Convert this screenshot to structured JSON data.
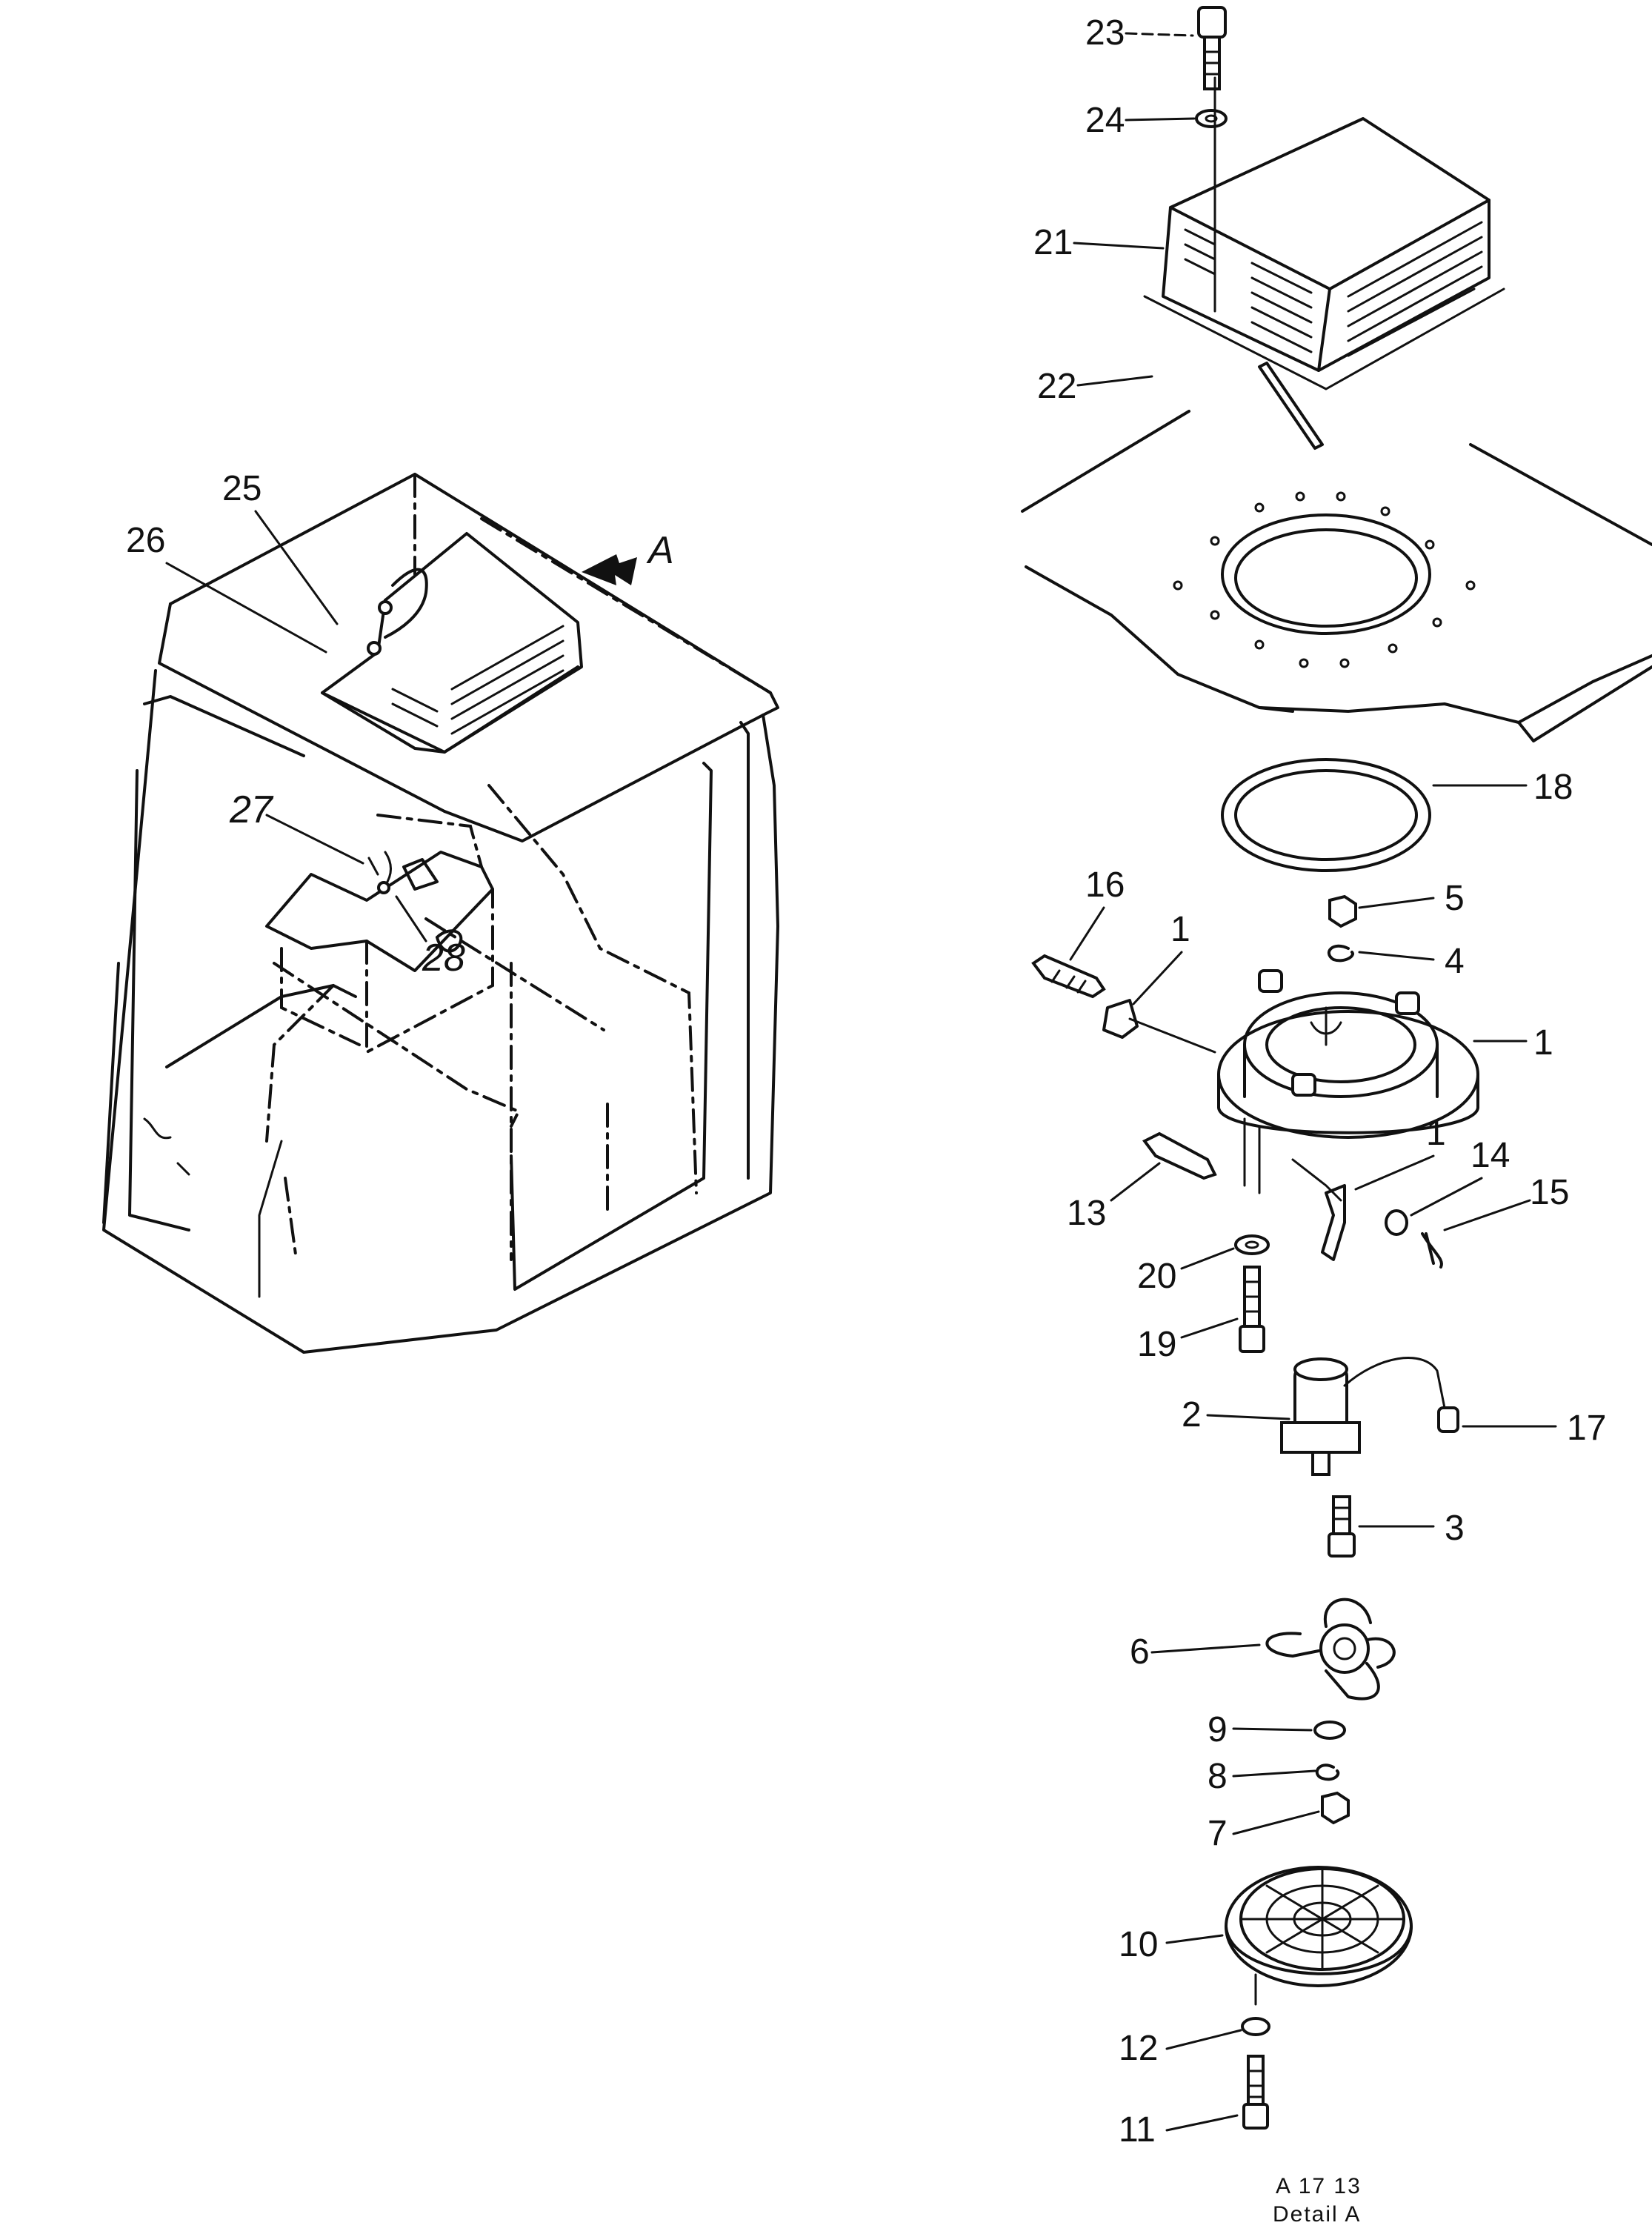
{
  "view_marker": "A",
  "labels": {
    "p1a": "1",
    "p1b": "1",
    "p1c": "1",
    "p2": "2",
    "p3": "3",
    "p4": "4",
    "p5": "5",
    "p6": "6",
    "p7": "7",
    "p8": "8",
    "p9": "9",
    "p10": "10",
    "p11": "11",
    "p12": "12",
    "p13": "13",
    "p14": "14",
    "p15": "15",
    "p16": "16",
    "p17": "17",
    "p18": "18",
    "p19": "19",
    "p20": "20",
    "p21": "21",
    "p22": "22",
    "p23": "23",
    "p24": "24",
    "p25": "25",
    "p26": "26",
    "p27": "27",
    "p28": "28"
  },
  "caption": {
    "code": "A  17  13",
    "title": "Detail  A"
  }
}
